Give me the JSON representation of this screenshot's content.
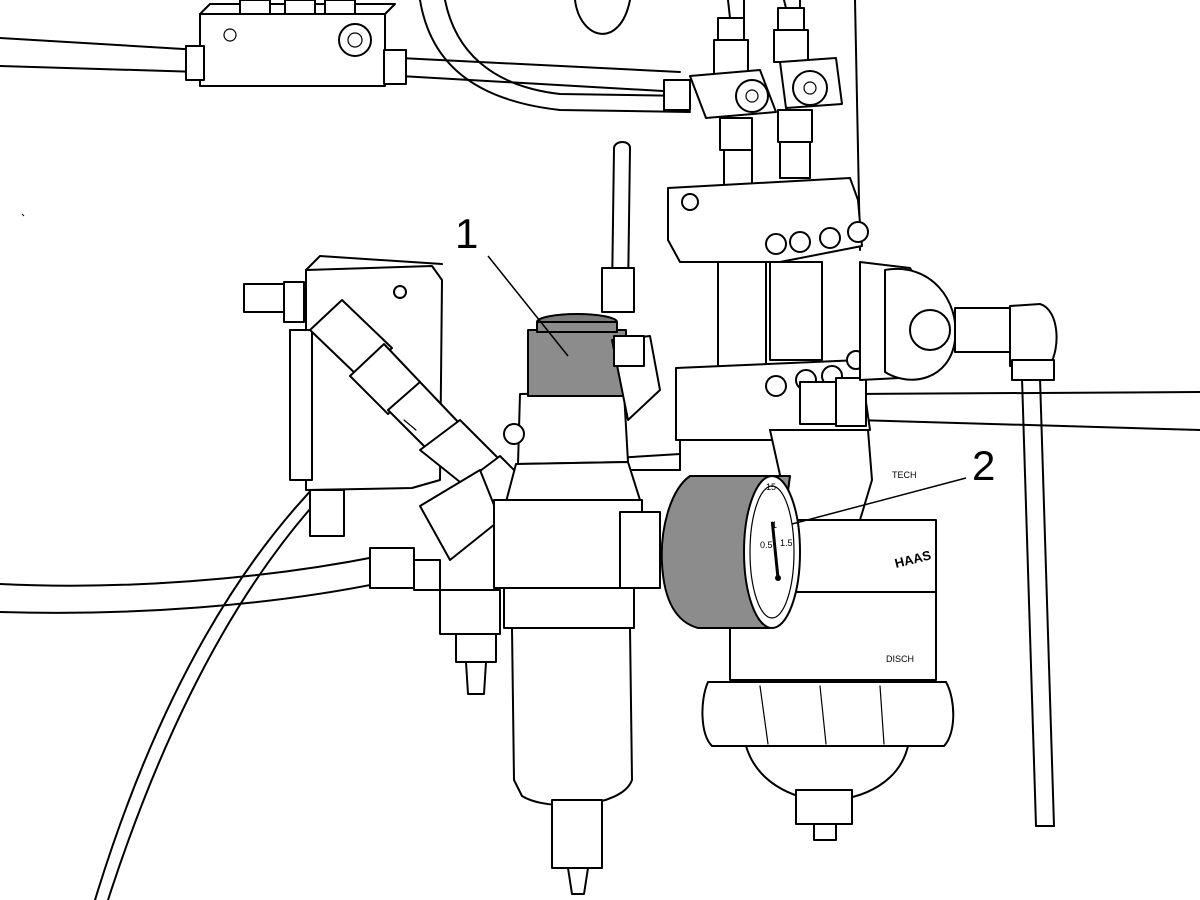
{
  "callouts": [
    {
      "label": "1",
      "target": "regulator-adjustment-knob"
    },
    {
      "label": "2",
      "target": "pressure-gauge"
    }
  ],
  "gauge": {
    "scale_labels": [
      "15",
      "1",
      "0.5",
      "1.5"
    ],
    "needle_reading": 0.55
  },
  "markings": {
    "brand": "HAAS",
    "label_top": "TECH",
    "label_bottom": "DISCH"
  },
  "colors": {
    "highlight": "#8c8c8c",
    "line": "#000000",
    "background": "#ffffff"
  }
}
